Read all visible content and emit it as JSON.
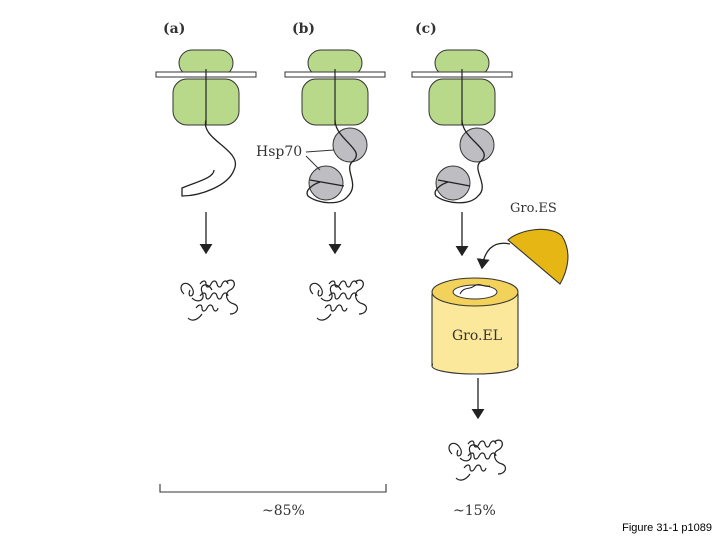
{
  "panels": [
    {
      "label": "(a)"
    },
    {
      "label": "(b)",
      "chaperone_label": "Hsp70"
    },
    {
      "label": "(c)",
      "cap_label": "Gro.ES",
      "barrel_label": "Gro.EL"
    }
  ],
  "percentages": {
    "left": "~85%",
    "right": "~15%"
  },
  "caption": "Figure 31-1 p1089",
  "colors": {
    "ribosome": "#b8d98a",
    "hsp70": "#bdbdc2",
    "groes": "#e6b614",
    "groel": "#fbe89a",
    "groel_rim": "#f2d25a"
  }
}
